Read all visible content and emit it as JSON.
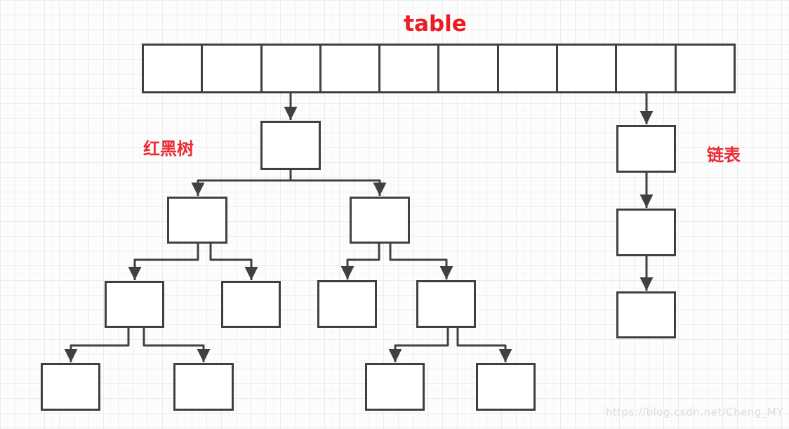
{
  "title": "table",
  "labels": {
    "tree": "红黑树",
    "list": "链表"
  },
  "watermark": "https://blog.csdn.net/Cheng_MY",
  "table": {
    "cell_count": 10,
    "cells": [
      "",
      "",
      "",
      "",
      "",
      "",
      "",
      "",
      "",
      ""
    ]
  },
  "tree": {
    "node_count": 11,
    "levels": [
      1,
      2,
      4,
      4
    ],
    "bucket_index": 2
  },
  "list": {
    "node_count": 3,
    "bucket_index": 8
  },
  "colors": {
    "accent_red": "#ed1c24",
    "line": "#404040",
    "node_fill": "#ffffff",
    "grid_major": "#ececec",
    "grid_minor": "#f6f6f6",
    "watermark_text": "#dedede"
  }
}
